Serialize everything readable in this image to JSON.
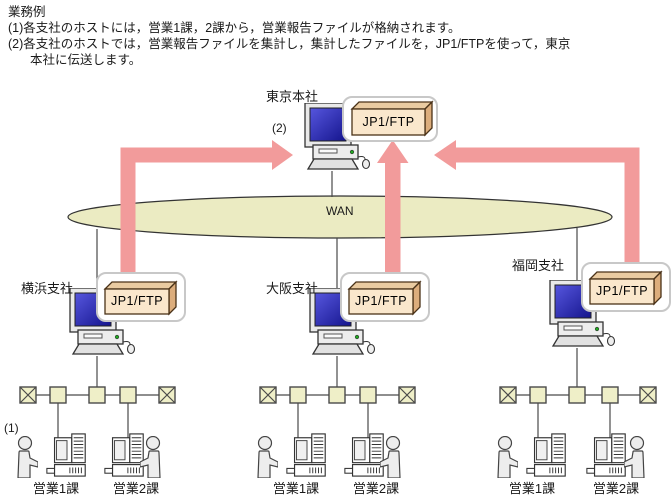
{
  "header": {
    "title": "業務例",
    "lines": [
      "(1)各支社のホストには，営業1課，2課から，営業報告ファイルが格納されます。",
      "(2)各支社のホストでは，営業報告ファイルを集計し，集計したファイルを，JP1/FTPを使って，東京",
      "本社に伝送します。"
    ]
  },
  "diagram": {
    "wan_label": "WAN",
    "step1_label": "(1)",
    "step2_label": "(2)",
    "headquarters": {
      "name": "東京本社",
      "product": "JP1/FTP"
    },
    "branches": [
      {
        "name": "横浜支社",
        "product": "JP1/FTP",
        "depts": [
          "営業1課",
          "営業2課"
        ]
      },
      {
        "name": "大阪支社",
        "product": "JP1/FTP",
        "depts": [
          "営業1課",
          "営業2課"
        ]
      },
      {
        "name": "福岡支社",
        "product": "JP1/FTP",
        "depts": [
          "営業1課",
          "営業2課"
        ]
      }
    ],
    "colors": {
      "arrow": "#F29B9B",
      "wan_fill": "#EBEBC2",
      "node_fill": "#EFEFC8",
      "box_front": "#FAE7CC",
      "box_top": "#EACBA1",
      "box_side": "#DCAD7C",
      "box_stroke": "#4A3218",
      "callout_border": "#C8C8C8"
    }
  }
}
